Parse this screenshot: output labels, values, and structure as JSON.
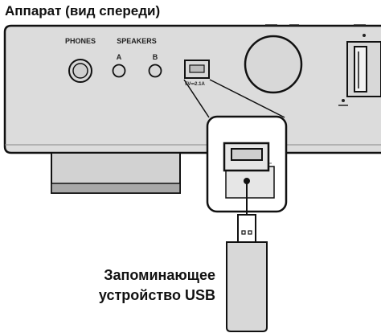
{
  "diagram": {
    "title": "Аппарат (вид спереди)",
    "labels": {
      "phones": "PHONES",
      "speakers": "SPEAKERS",
      "speaker_a": "A",
      "speaker_b": "B",
      "usb_rating": "5V⎓2.1A"
    },
    "caption": {
      "line1": "Запоминающее",
      "line2": "устройство USB"
    }
  }
}
